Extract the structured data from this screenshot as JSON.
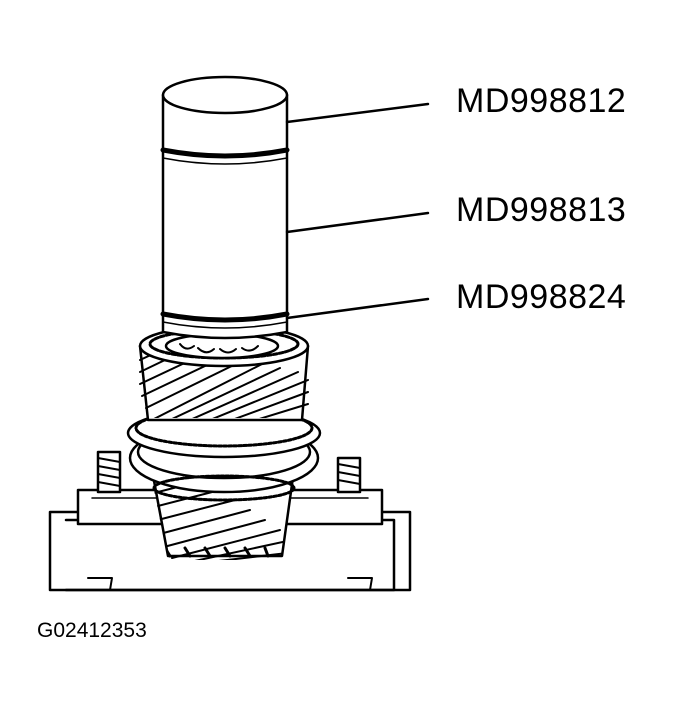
{
  "callouts": {
    "tool_1": "MD998812",
    "tool_2": "MD998813",
    "tool_3": "MD998824"
  },
  "figure_id": "G02412353",
  "colors": {
    "line": "#000000",
    "background": "#ffffff"
  }
}
